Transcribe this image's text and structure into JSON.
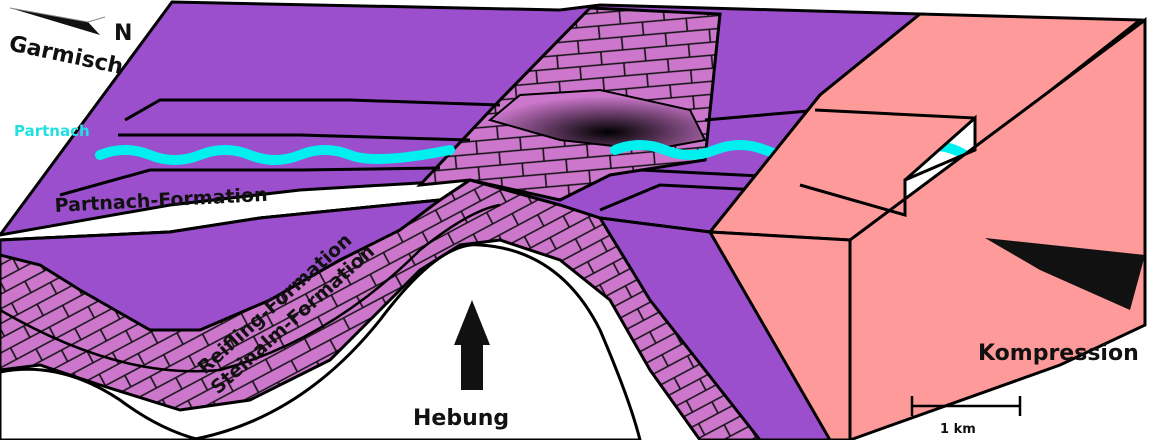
{
  "labels": {
    "north": "N",
    "garmisch": "Garmisch",
    "partnach_river": "Partnach",
    "partnach_formation": "Partnach-Formation",
    "reifling_formation": "Reifling-Formation",
    "steinalm_formation": "Steinalm-Formation",
    "hebung": "Hebung",
    "kompression": "Kompression",
    "scale": "1 km"
  },
  "icons": {
    "north_arrow": "north-arrow-icon",
    "uplift_arrow": "arrow-up-icon",
    "compression_arrow": "arrow-left-icon"
  },
  "colors": {
    "partnach_formation": "#9b4fcc",
    "limestone": "#cc77cc",
    "compression_block": "#ff9a9a",
    "river": "#00f0f0",
    "outline": "#000000"
  }
}
